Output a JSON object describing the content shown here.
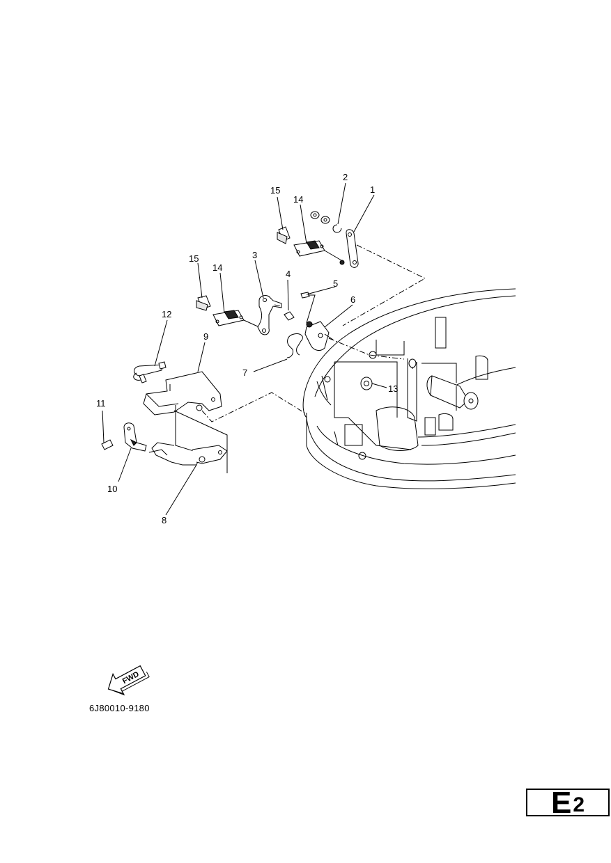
{
  "diagram": {
    "callouts": [
      "1",
      "2",
      "3",
      "4",
      "5",
      "6",
      "7",
      "8",
      "9",
      "10",
      "11",
      "12",
      "13",
      "14",
      "15",
      "14",
      "15"
    ],
    "fwd_label": "FWD",
    "part_number": "6J80010-9180"
  },
  "sheet": {
    "letter": "E",
    "number": "2"
  }
}
